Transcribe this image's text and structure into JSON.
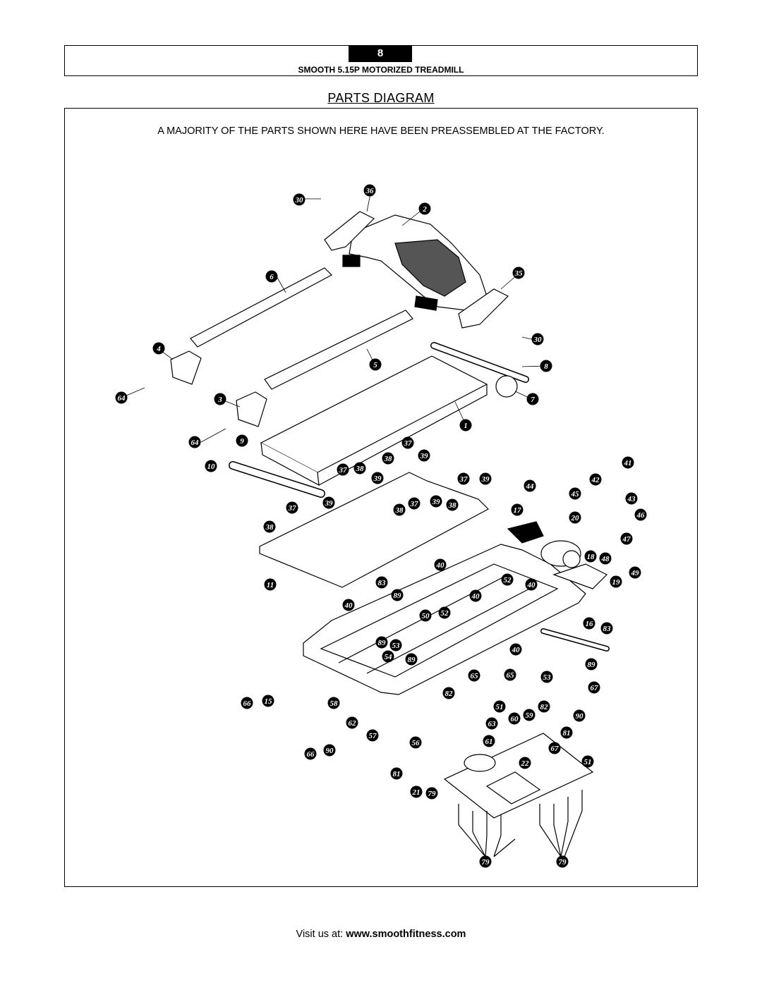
{
  "page_number": "8",
  "document_title": "SMOOTH 5.15P MOTORIZED TREADMILL",
  "section_title": "PARTS DIAGRAM",
  "intro_text": "A MAJORITY OF THE PARTS SHOWN HERE HAVE BEEN PREASSEMBLED AT THE FACTORY.",
  "footer": {
    "prefix": "Visit us at: ",
    "url": "www.smoothfitness.com"
  },
  "part_callouts": [
    "30",
    "36",
    "2",
    "6",
    "35",
    "30",
    "4",
    "8",
    "5",
    "64",
    "7",
    "3",
    "1",
    "64",
    "9",
    "37",
    "39",
    "10",
    "38",
    "37",
    "38",
    "39",
    "37",
    "39",
    "41",
    "44",
    "42",
    "45",
    "43",
    "39",
    "37",
    "17",
    "46",
    "38",
    "39",
    "38",
    "38",
    "37",
    "20",
    "47",
    "18",
    "48",
    "49",
    "40",
    "52",
    "11",
    "83",
    "89",
    "40",
    "19",
    "40",
    "40",
    "50",
    "52",
    "16",
    "83",
    "89",
    "53",
    "40",
    "54",
    "89",
    "65",
    "65",
    "53",
    "89",
    "67",
    "66",
    "15",
    "82",
    "51",
    "58",
    "59",
    "82",
    "90",
    "62",
    "63",
    "60",
    "81",
    "57",
    "61",
    "67",
    "66",
    "90",
    "56",
    "22",
    "51",
    "81",
    "21",
    "79",
    "79"
  ]
}
